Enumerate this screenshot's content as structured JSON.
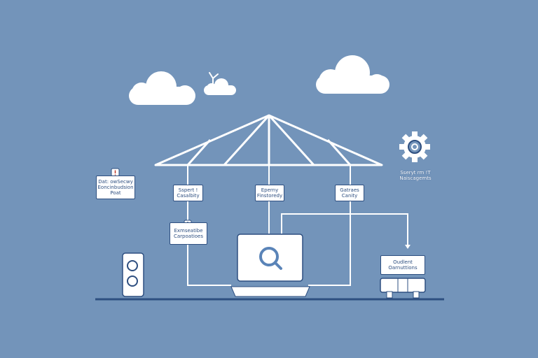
{
  "colors": {
    "background": "#7394ba",
    "foreground": "#ffffff",
    "ink": "#2e4f80"
  },
  "labels": {
    "left_info": [
      "Dat: owSecwy",
      "Eoncinbudsion",
      "Poat"
    ],
    "support_1": [
      "Sspert !",
      "Casalbity"
    ],
    "support_2": [
      "Eperny",
      "Finstoredy"
    ],
    "support_3": [
      "Gatraes",
      "Canity"
    ],
    "connection": [
      "Exmseatibe",
      "Carpoatioes"
    ],
    "server": [
      "Oudlent",
      "Oarnuttions"
    ],
    "system": [
      "Sseryt rm !T",
      "Naiscagemts"
    ]
  },
  "icons": {
    "cloud_left": "cloud-icon",
    "cloud_small": "cloud-icon",
    "cloud_right": "cloud-icon",
    "antenna": "antenna-icon",
    "gear": "gear-icon",
    "alert": "alert-icon",
    "pin": "pin-icon",
    "search": "search-icon",
    "mobile": "mobile-device-icon",
    "server": "server-icon"
  }
}
